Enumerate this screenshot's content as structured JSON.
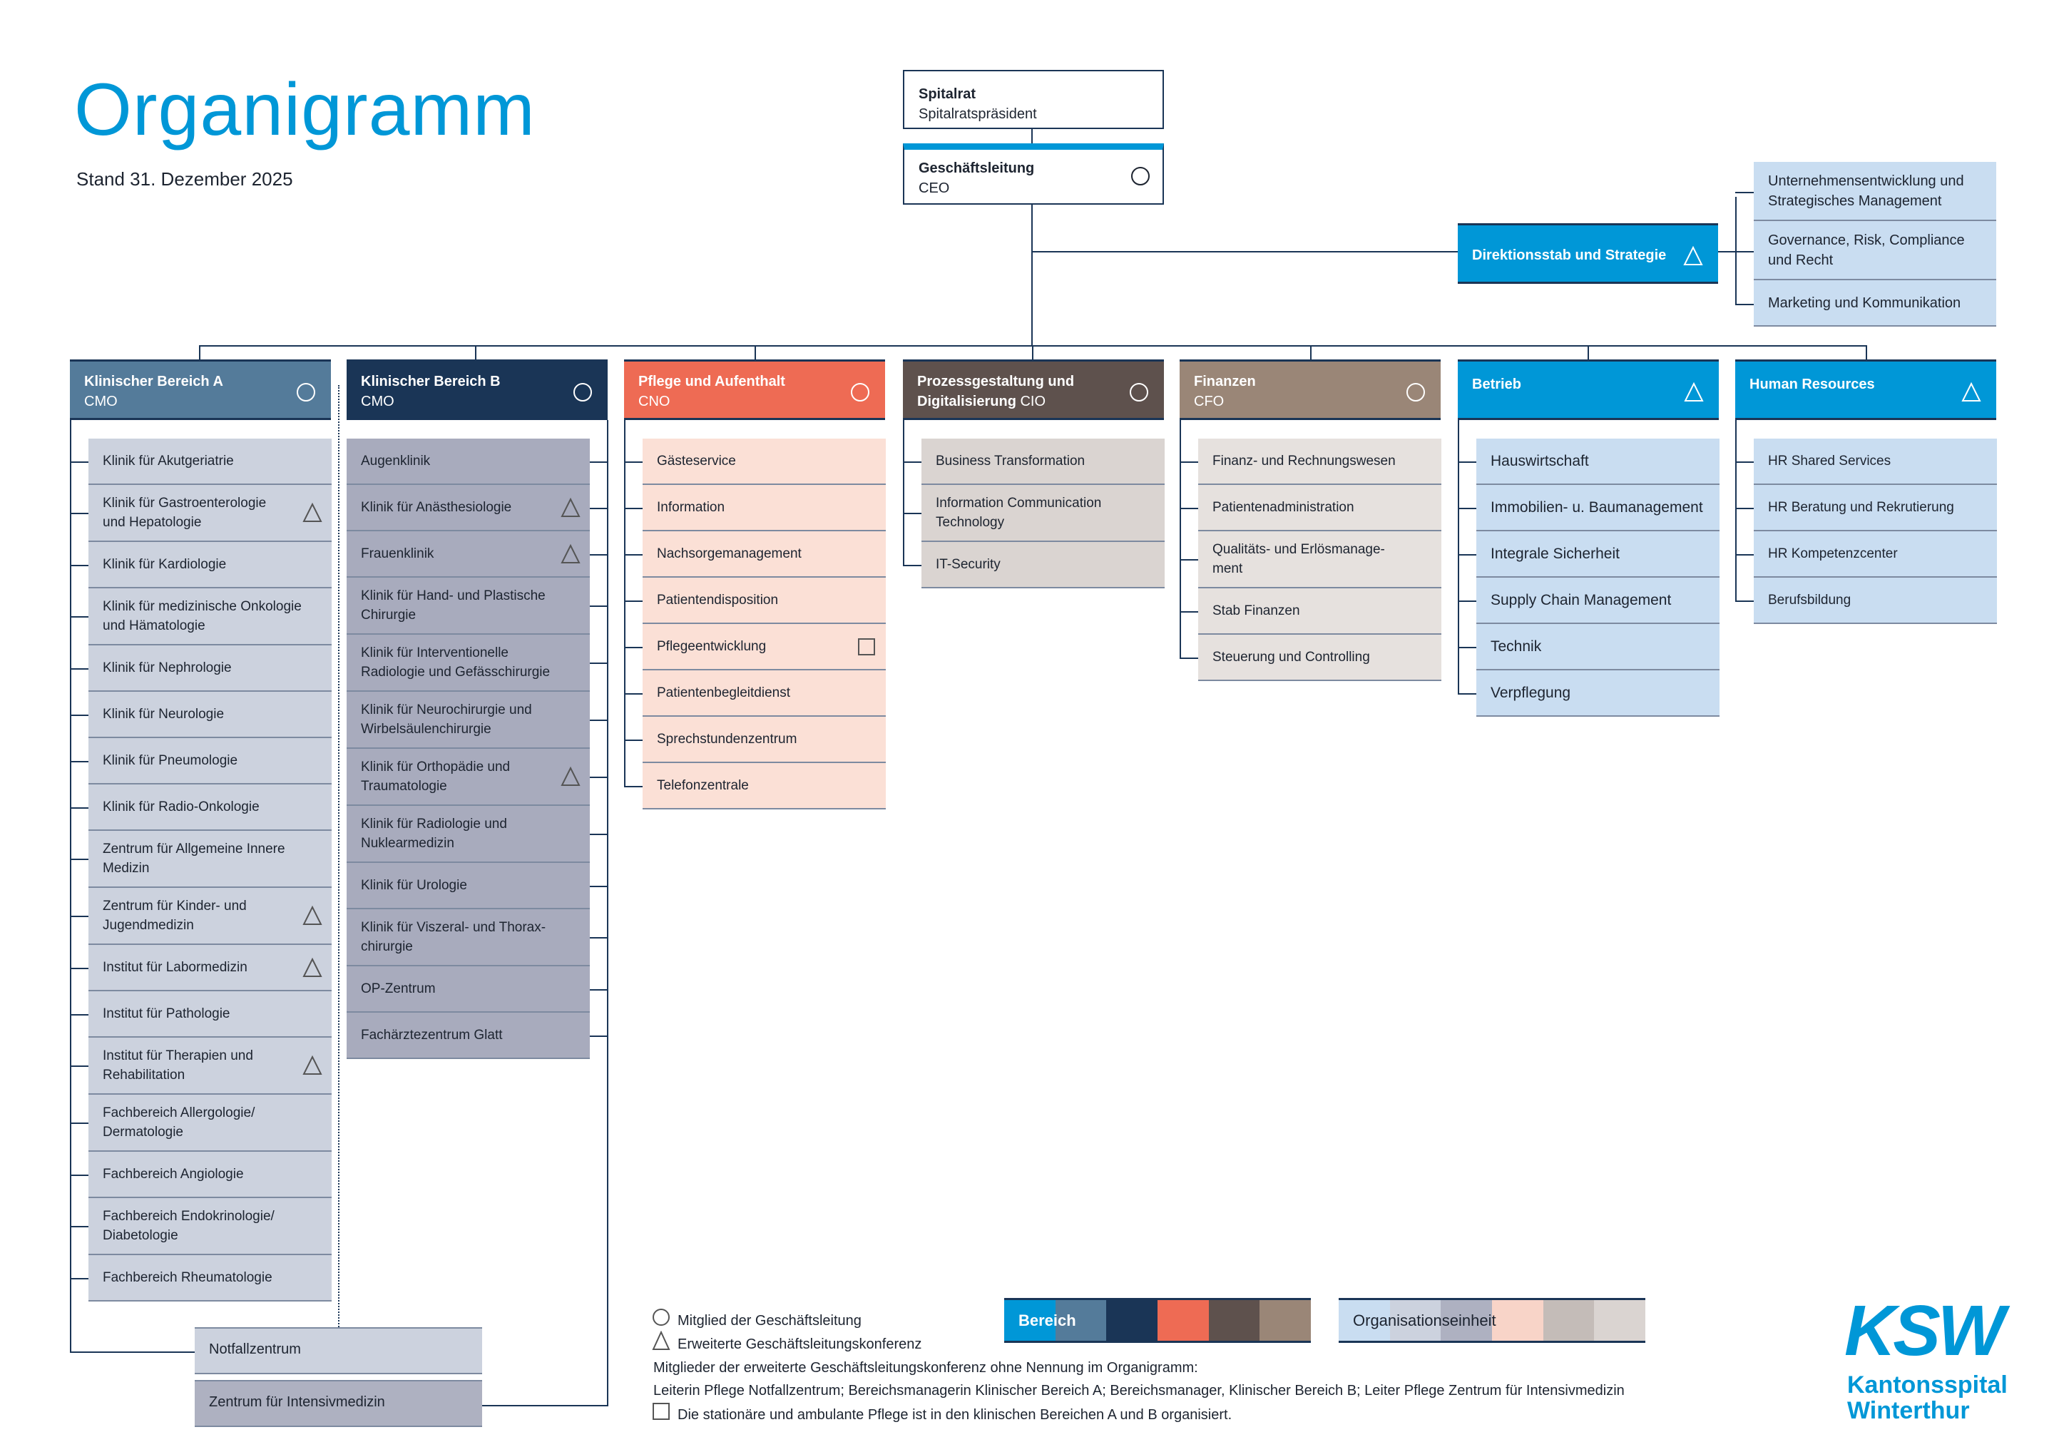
{
  "title": "Organigramm",
  "stand": "Stand 31. Dezember 2025",
  "spitalrat": {
    "title": "Spitalrat",
    "sub": "Spitalratspräsident"
  },
  "gl": {
    "title": "Geschäftsleitung",
    "sub": "CEO",
    "marker": "circle"
  },
  "stab": {
    "title": "Direktionsstab und Strategie",
    "marker": "triangle",
    "color": "#0097d7",
    "units": [
      "Unternehmensentwicklung und\nStrategisches Management",
      "Governance, Risk, Compliance\nund Recht",
      "Marketing und Kommunikation"
    ]
  },
  "columns": [
    {
      "title": "Klinischer Bereich A",
      "sub": "CMO",
      "marker": "circle",
      "color": "#547b9a",
      "unit_color": "#ccd2de",
      "items": [
        {
          "label": "Klinik für Akutgeriatrie"
        },
        {
          "label": "Klinik für Gastroenterologie\nund Hepatologie",
          "marker": "triangle"
        },
        {
          "label": "Klinik für Kardiologie"
        },
        {
          "label": "Klinik für medizinische Onkologie\nund Hämatologie"
        },
        {
          "label": "Klinik für Nephrologie"
        },
        {
          "label": "Klinik für Neurologie"
        },
        {
          "label": "Klinik für Pneumologie"
        },
        {
          "label": "Klinik für Radio-Onkologie"
        },
        {
          "label": "Zentrum für Allgemeine Innere\nMedizin"
        },
        {
          "label": "Zentrum für Kinder- und\nJugendmedizin",
          "marker": "triangle"
        },
        {
          "label": "Institut für Labormedizin",
          "marker": "triangle"
        },
        {
          "label": "Institut für Pathologie"
        },
        {
          "label": "Institut für Therapien und\nRehabilitation",
          "marker": "triangle"
        },
        {
          "label": "Fachbereich Allergologie/\nDermatologie"
        },
        {
          "label": "Fachbereich Angiologie"
        },
        {
          "label": "Fachbereich Endokrinologie/\nDiabetologie"
        },
        {
          "label": "Fachbereich Rheumatologie"
        }
      ]
    },
    {
      "title": "Klinischer Bereich B",
      "sub": "CMO",
      "marker": "circle",
      "color": "#1a3556",
      "unit_color": "#a8abbd",
      "items": [
        {
          "label": "Augenklinik"
        },
        {
          "label": "Klinik für Anästhesiologie",
          "marker": "triangle"
        },
        {
          "label": "Frauenklinik",
          "marker": "triangle"
        },
        {
          "label": "Klinik für Hand- und Plastische\nChirurgie"
        },
        {
          "label": "Klinik für Interventionelle\nRadiologie und Gefässchirurgie"
        },
        {
          "label": "Klinik für Neurochirurgie und\nWirbelsäulenchirurgie"
        },
        {
          "label": "Klinik für Orthopädie und\nTraumatologie",
          "marker": "triangle"
        },
        {
          "label": "Klinik für Radiologie und\nNuklearmedizin"
        },
        {
          "label": "Klinik für Urologie"
        },
        {
          "label": "Klinik für Viszeral- und Thorax-\nchirurgie"
        },
        {
          "label": "OP-Zentrum"
        },
        {
          "label": "Fachärztezentrum Glatt"
        }
      ]
    },
    {
      "title": "Pflege und Aufenthalt",
      "sub": "CNO",
      "marker": "circle",
      "color": "#ee6b54",
      "unit_color": "#fbe0d6",
      "items": [
        {
          "label": "Gästeservice"
        },
        {
          "label": "Information"
        },
        {
          "label": "Nachsorgemanagement"
        },
        {
          "label": "Patientendisposition"
        },
        {
          "label": "Pflegeentwicklung",
          "marker": "square"
        },
        {
          "label": "Patientenbegleitdienst"
        },
        {
          "label": "Sprechstundenzentrum"
        },
        {
          "label": "Telefonzentrale"
        }
      ]
    },
    {
      "title": "Prozessgestaltung und\nDigitalisierung",
      "sub": "CIO",
      "marker": "circle",
      "color": "#5e514d",
      "unit_color": "#dad4d1",
      "items": [
        {
          "label": "Business Transformation"
        },
        {
          "label": "Information Communication\nTechnology"
        },
        {
          "label": "IT-Security"
        }
      ]
    },
    {
      "title": "Finanzen",
      "sub": "CFO",
      "marker": "circle",
      "color": "#9a8677",
      "unit_color": "#e6e1de",
      "items": [
        {
          "label": "Finanz- und Rechnungswesen"
        },
        {
          "label": "Patientenadministration"
        },
        {
          "label": "Qualitäts- und Erlösmanage-\nment"
        },
        {
          "label": "Stab Finanzen"
        },
        {
          "label": "Steuerung und Controlling"
        }
      ]
    },
    {
      "title": "Betrieb",
      "sub": "",
      "marker": "triangle",
      "color": "#0097d7",
      "unit_color": "#c9ddf1",
      "items": [
        {
          "label": "Hauswirtschaft"
        },
        {
          "label": "Immobilien- u. Baumanagement"
        },
        {
          "label": "Integrale Sicherheit"
        },
        {
          "label": "Supply Chain Management"
        },
        {
          "label": "Technik"
        },
        {
          "label": "Verpflegung"
        }
      ]
    },
    {
      "title": "Human Resources",
      "sub": "",
      "marker": "triangle",
      "color": "#0097d7",
      "unit_color": "#c9ddf1",
      "items": [
        {
          "label": "HR Shared Services"
        },
        {
          "label": "HR Beratung und Rekrutierung"
        },
        {
          "label": "HR Kompetenzcenter"
        },
        {
          "label": "Berufsbildung"
        }
      ]
    }
  ],
  "bottom": {
    "notfall": "Notfallzentrum",
    "intensiv": "Zentrum für Intensivmedizin"
  },
  "legend": {
    "circle": "Mitglied der Geschäftsleitung",
    "triangle": "Erweiterte Geschäftsleitungskonferenz",
    "note_title": "Mitglieder der erweiterte Geschäftsleitungskonferenz ohne Nennung im Organigramm:",
    "note_text": "Leiterin Pflege Notfallzentrum; Bereichsmanagerin Klinischer Bereich A; Bereichsmanager, Klinischer Bereich B; Leiter Pflege Zentrum für Intensivmedizin",
    "square": "Die stationäre und ambulante Pflege ist in den klinischen Bereichen A und B organisiert.",
    "bereich_label": "Bereich",
    "bereich_colors": [
      "#0097d7",
      "#547b9a",
      "#1a3556",
      "#ee6b54",
      "#5e514d",
      "#9a8677"
    ],
    "unit_label": "Organisationseinheit",
    "unit_colors": [
      "#c9ddf1",
      "#ccd2de",
      "#aeb1c1",
      "#f8d4c8",
      "#c4bcb8",
      "#dad4d1"
    ]
  },
  "logo": {
    "mark": "KSW",
    "name1": "Kantonsspital",
    "name2": "Winterthur",
    "color": "#0097d7"
  }
}
